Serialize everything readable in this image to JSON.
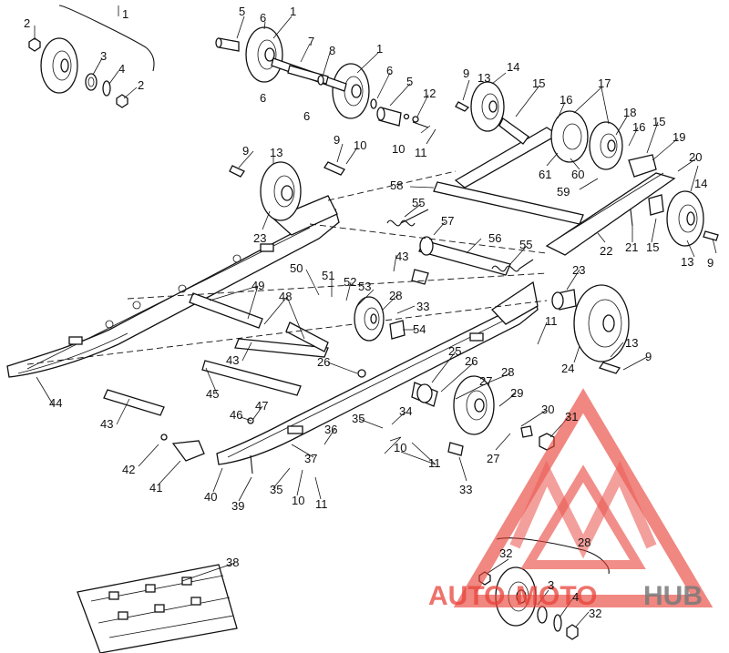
{
  "watermark": {
    "word_auto": "AUTO",
    "word_moto": "MOTO",
    "word_hub": "HUB",
    "accent_color": "#e8433a",
    "logo_colors": [
      "#e8433a",
      "#f29a93"
    ],
    "hub_color": "#7a7a7a"
  },
  "callouts": [
    "1",
    "2",
    "3",
    "4",
    "2",
    "5",
    "6",
    "1",
    "7",
    "8",
    "6",
    "1",
    "6",
    "5",
    "12",
    "10",
    "11",
    "6",
    "9",
    "13",
    "14",
    "15",
    "16",
    "17",
    "18",
    "16",
    "15",
    "19",
    "20",
    "61",
    "60",
    "59",
    "9",
    "13",
    "9",
    "10",
    "23",
    "58",
    "55",
    "57",
    "56",
    "55",
    "22",
    "21",
    "15",
    "14",
    "13",
    "9",
    "50",
    "51",
    "52",
    "53",
    "43",
    "28",
    "33",
    "54",
    "49",
    "48",
    "23",
    "11",
    "13",
    "9",
    "24",
    "44",
    "43",
    "45",
    "26",
    "25",
    "26",
    "28",
    "27",
    "29",
    "30",
    "31",
    "46",
    "47",
    "36",
    "34",
    "35",
    "10",
    "11",
    "27",
    "33",
    "43",
    "42",
    "41",
    "40",
    "39",
    "35",
    "10",
    "11",
    "37",
    "38",
    "32",
    "28",
    "3",
    "4",
    "32"
  ]
}
